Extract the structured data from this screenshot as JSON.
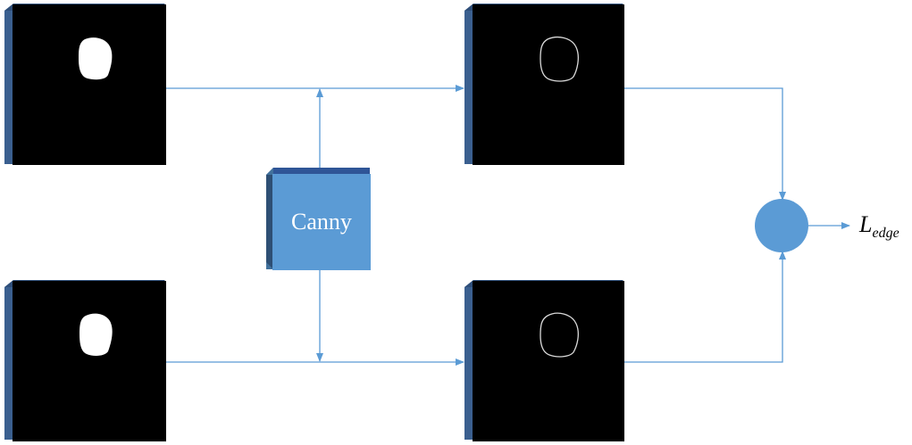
{
  "diagram": {
    "canny_label": "Canny",
    "output_label_main": "L",
    "output_label_sub": "edge",
    "colors": {
      "arrow": "#5b9bd5",
      "canny_front": "#5b9bd5",
      "canny_side": "#41719c",
      "canny_top": "#2f5597",
      "panel_frame": "#3a5f8f",
      "panel_fill": "#000000",
      "combine_node": "#5b9bd5"
    }
  }
}
